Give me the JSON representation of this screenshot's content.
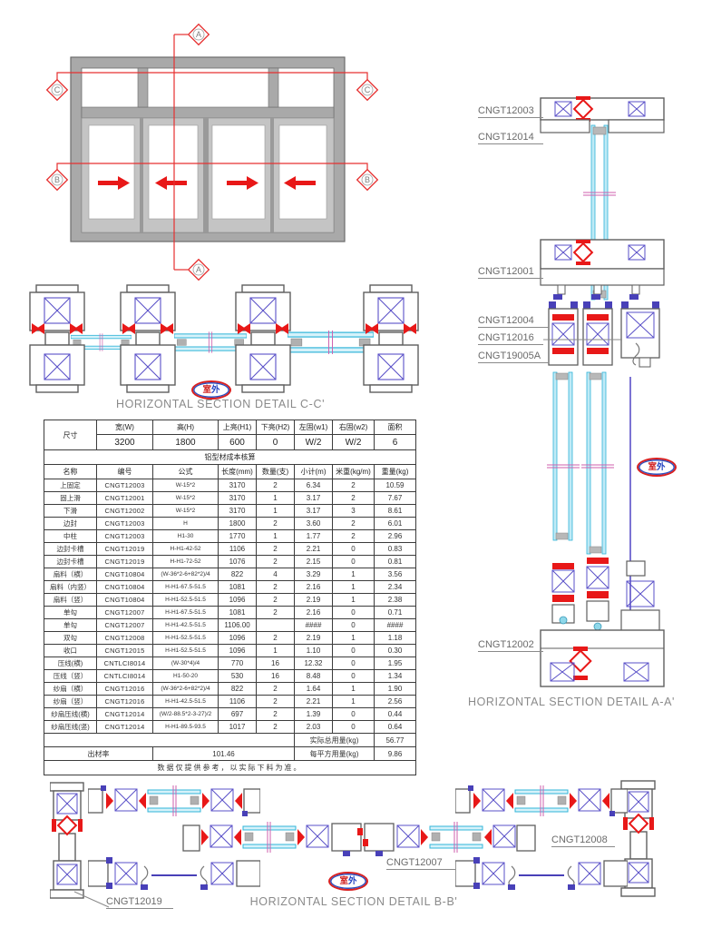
{
  "titles": {
    "section_c": "HORIZONTAL SECTION DETAIL C-C'",
    "section_a": "HORIZONTAL SECTION DETAIL A-A'",
    "section_b": "HORIZONTAL SECTION DETAIL B-B'"
  },
  "badge": {
    "left": "室",
    "right": "外"
  },
  "elevation": {
    "markers": {
      "a": "A",
      "b": "B",
      "c": "C"
    }
  },
  "section_a_labels": {
    "l1": "CNGT12003",
    "l2": "CNGT12014",
    "l3": "CNGT12001",
    "l4": "CNGT12004",
    "l5": "CNGT12016",
    "l6": "CNGT19005A",
    "l7": "CNGT12002"
  },
  "section_b_labels": {
    "l1": "CNGT12008",
    "l2": "CNGT12007",
    "l3": "CNGT12019"
  },
  "colors": {
    "section_line_red": "#e63030",
    "gasket_red": "#e81818",
    "thermal_break_purple": "#5a50c8",
    "glass_cyan": "#35b8d8",
    "tick_magenta": "#cf5fae",
    "label_gray": "#6b6b6b"
  },
  "table": {
    "dim_label": "尺寸",
    "dim_headers": [
      "宽(W)",
      "高(H)",
      "上亮(H1)",
      "下亮(H2)",
      "左固(w1)",
      "右固(w2)",
      "面积"
    ],
    "dim_values": [
      "3200",
      "1800",
      "600",
      "0",
      "W/2",
      "W/2",
      "6"
    ],
    "section_title": "铝型材成本核算",
    "columns": [
      "名称",
      "编号",
      "公式",
      "长度(mm)",
      "数量(支)",
      "小计(m)",
      "米重(kg/m)",
      "重量(kg)"
    ],
    "rows": [
      [
        "上固定",
        "CNGT12003",
        "W-15*2",
        "3170",
        "2",
        "6.34",
        "2",
        "10.59"
      ],
      [
        "固上滑",
        "CNGT12001",
        "W-15*2",
        "3170",
        "1",
        "3.17",
        "2",
        "7.67"
      ],
      [
        "下滑",
        "CNGT12002",
        "W-15*2",
        "3170",
        "1",
        "3.17",
        "3",
        "8.61"
      ],
      [
        "边封",
        "CNGT12003",
        "H",
        "1800",
        "2",
        "3.60",
        "2",
        "6.01"
      ],
      [
        "中柱",
        "CNGT12003",
        "H1-30",
        "1770",
        "1",
        "1.77",
        "2",
        "2.96"
      ],
      [
        "边封卡槽",
        "CNGT12019",
        "H-H1-42-52",
        "1106",
        "2",
        "2.21",
        "0",
        "0.83"
      ],
      [
        "边封卡槽",
        "CNGT12019",
        "H-H1-72-52",
        "1076",
        "2",
        "2.15",
        "0",
        "0.81"
      ],
      [
        "扇料（横）",
        "CNGT10804",
        "(W-36*2-6+82*2)/4",
        "822",
        "4",
        "3.29",
        "1",
        "3.56"
      ],
      [
        "扇料（内竖）",
        "CNGT10804",
        "H-H1-67.5-51.5",
        "1081",
        "2",
        "2.16",
        "1",
        "2.34"
      ],
      [
        "扇料（竖）",
        "CNGT10804",
        "H-H1-52.5-51.5",
        "1096",
        "2",
        "2.19",
        "1",
        "2.38"
      ],
      [
        "单勾",
        "CNGT12007",
        "H-H1-67.5-51.5",
        "1081",
        "2",
        "2.16",
        "0",
        "0.71"
      ],
      [
        "单勾",
        "CNGT12007",
        "H-H1-42.5-51.5",
        "1106.00",
        "",
        "####",
        "0",
        "####"
      ],
      [
        "双勾",
        "CNGT12008",
        "H-H1-52.5-51.5",
        "1096",
        "2",
        "2.19",
        "1",
        "1.18"
      ],
      [
        "收口",
        "CNGT12015",
        "H-H1-52.5-51.5",
        "1096",
        "1",
        "1.10",
        "0",
        "0.30"
      ],
      [
        "压线(横)",
        "CNTLCI8014",
        "(W-30*4)/4",
        "770",
        "16",
        "12.32",
        "0",
        "1.95"
      ],
      [
        "压线（竖）",
        "CNTLCI8014",
        "H1-50-20",
        "530",
        "16",
        "8.48",
        "0",
        "1.34"
      ],
      [
        "纱扇（横）",
        "CNGT12016",
        "(W-36*2-6+82*2)/4",
        "822",
        "2",
        "1.64",
        "1",
        "1.90"
      ],
      [
        "纱扇（竖）",
        "CNGT12016",
        "H-H1-42.5-51.5",
        "1106",
        "2",
        "2.21",
        "1",
        "2.56"
      ],
      [
        "纱扇压线(横)",
        "CNGT12014",
        "(W/2-88.5*2-3-27)/2",
        "697",
        "2",
        "1.39",
        "0",
        "0.44"
      ],
      [
        "纱扇压线(竖)",
        "CNGT12014",
        "H-H1-89.5-93.5",
        "1017",
        "2",
        "2.03",
        "0",
        "0.64"
      ]
    ],
    "total_label": "实际总用量(kg)",
    "total_value": "56.77",
    "yield_label": "出材率",
    "yield_value": "101.46",
    "persqm_label": "每平方用量(kg)",
    "persqm_value": "9.86",
    "footnote": "数据仅提供参考，以实际下料为准。"
  }
}
